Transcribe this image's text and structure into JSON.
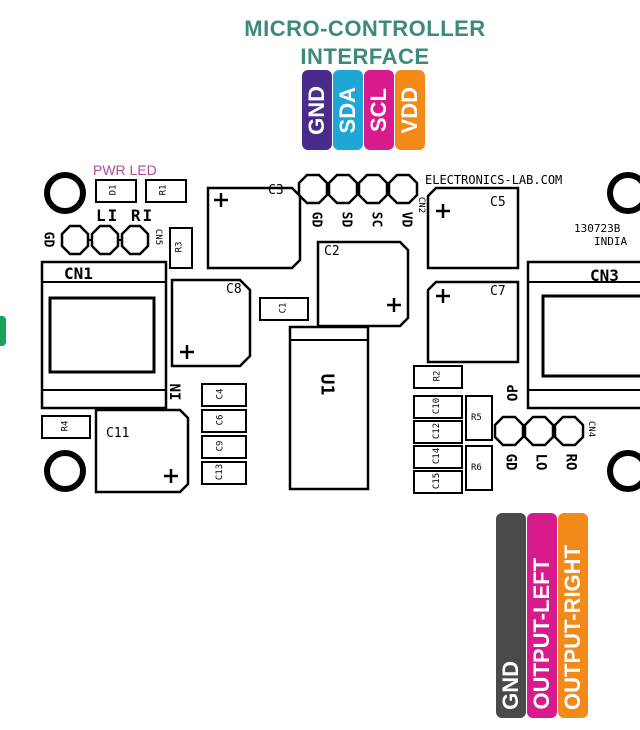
{
  "header": {
    "title_line1": "MICRO-CONTROLLER",
    "title_line2": "INTERFACE"
  },
  "mcu_pins": [
    {
      "label": "GND",
      "color": "#4a2b8c"
    },
    {
      "label": "SDA",
      "color": "#1ea6d6"
    },
    {
      "label": "SCL",
      "color": "#d81b8c"
    },
    {
      "label": "VDD",
      "color": "#f28a1a"
    }
  ],
  "output_pins": [
    {
      "label": "GND",
      "color": "#4a4a4a"
    },
    {
      "label": "OUTPUT-LEFT",
      "color": "#d81b8c"
    },
    {
      "label": "OUTPUT-RIGHT",
      "color": "#f28a1a"
    }
  ],
  "board": {
    "pwr_led_label": "PWR LED",
    "pwr_led_color": "#b04a9a",
    "website": "ELECTRONICS-LAB.COM",
    "board_code": "130723B",
    "country": "INDIA",
    "u1": "U1",
    "cn1": "CN1",
    "cn3": "CN3",
    "cn2": "CN2",
    "cn4": "CN4",
    "cn5": "CN5",
    "input_marker": "IN",
    "output_marker": "OP",
    "cn5_pins": "LI RI",
    "cn5_gd": "GD",
    "cn2_pins": [
      "GD",
      "SD",
      "SC",
      "VD"
    ],
    "cn4_pins": [
      "GD",
      "LO",
      "RO"
    ],
    "parts": {
      "c1": "C1",
      "c2": "C2",
      "c3": "C3",
      "c4": "C4",
      "c5": "C5",
      "c6": "C6",
      "c7": "C7",
      "c8": "C8",
      "c9": "C9",
      "c10": "C10",
      "c11": "C11",
      "c12": "C12",
      "c13": "C13",
      "c14": "C14",
      "c15": "C15",
      "r1": "R1",
      "r2": "R2",
      "r3": "R3",
      "r4": "R4",
      "r5": "R5",
      "r6": "R6",
      "d1": "D1"
    },
    "plus": "+"
  },
  "colors": {
    "title": "#3e8a7a",
    "left_edge_tab": "#19a35a"
  }
}
